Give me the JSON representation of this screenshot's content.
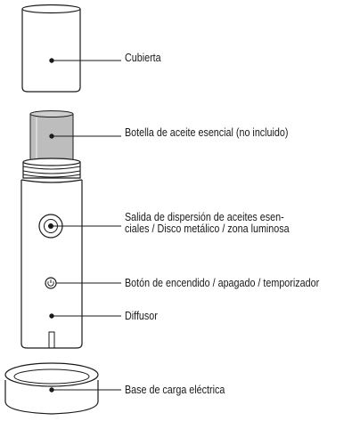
{
  "colors": {
    "outline": "#1a1a1a",
    "glass_fill": "#bdbdbd",
    "background": "#ffffff"
  },
  "callouts": {
    "cover": "Cubierta",
    "bottle": "Botella de aceite esencial (no incluido)",
    "outlet_line1": "Salida de dispersión de aceites esen-",
    "outlet_line2": "ciales / Disco metálico / zona luminosa",
    "button": "Botón de encendido / apagado / temporizador",
    "diffuser": "Diffusor",
    "base": "Base de carga eléctrica"
  },
  "icons": {
    "power_button": "power-icon"
  }
}
